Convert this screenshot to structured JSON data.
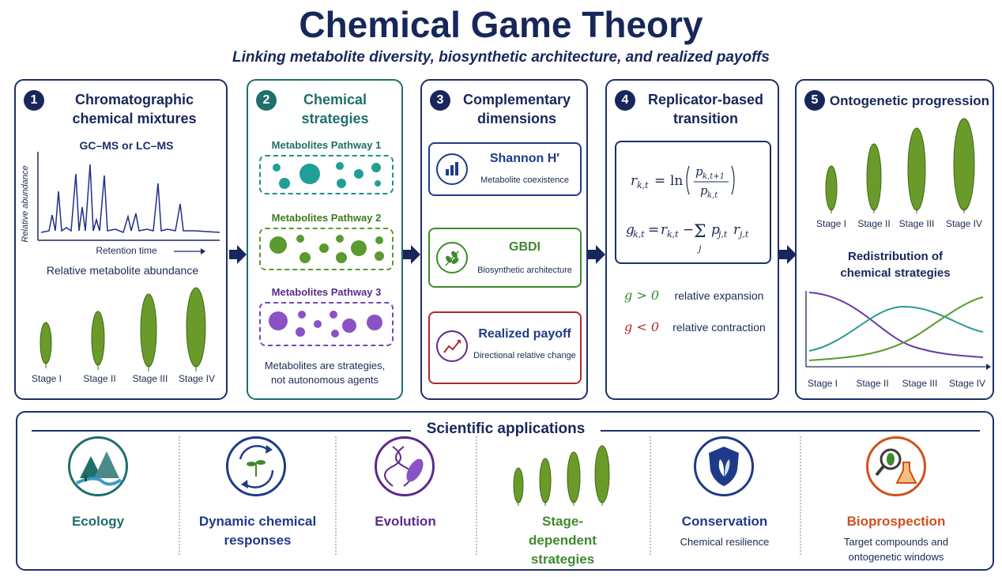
{
  "header": {
    "title": "Chemical Game Theory",
    "subtitle": "Linking metabolite diversity, biosynthetic architecture, and realized payoffs"
  },
  "panel1": {
    "number": "1",
    "title_line1": "Chromatographic",
    "title_line2": "chemical mixtures",
    "method": "GC–MS or LC–MS",
    "y_axis": "Relative abundance",
    "x_axis": "Retention time",
    "caption": "Relative metabolite abundance",
    "stages": [
      "Stage I",
      "Stage II",
      "Stage III",
      "Stage IV"
    ]
  },
  "panel2": {
    "number": "2",
    "title_line1": "Chemical",
    "title_line2": "strategies",
    "pathways": [
      {
        "label": "Metabolites Pathway 1",
        "color": "#1f8f8a"
      },
      {
        "label": "Metabolites Pathway 2",
        "color": "#5a9a2e"
      },
      {
        "label": "Metabolites Pathway 3",
        "color": "#7a44b8"
      }
    ],
    "caption_line1": "Metabolites are strategies,",
    "caption_line2": "not autonomous agents"
  },
  "panel3": {
    "number": "3",
    "title_line1": "Complementary",
    "title_line2": "dimensions",
    "dims": [
      {
        "title": "Shannon H′",
        "sub": "Metabolite coexistence",
        "color": "#1f3a8a",
        "icon": "bar-chart-icon"
      },
      {
        "title": "GBDI",
        "sub": "Biosynthetic architecture",
        "color": "#3e8a2e",
        "icon": "leaf-branch-icon"
      },
      {
        "title": "Realized payoff",
        "sub": "Directional relative change",
        "color": "#b3262e",
        "icon": "trend-arrow-icon"
      }
    ]
  },
  "panel4": {
    "number": "4",
    "title_line1": "Replicator-based",
    "title_line2": "transition",
    "pos_label": "g > 0",
    "pos_text": "relative expansion",
    "neg_label": "g < 0",
    "neg_text": "relative contraction",
    "pos_color": "#2e8a2e",
    "neg_color": "#b3262e"
  },
  "panel5": {
    "number": "5",
    "title": "Ontogenetic progression",
    "stages": [
      "Stage I",
      "Stage II",
      "Stage III",
      "Stage IV"
    ],
    "chart_title_line1": "Redistribution of",
    "chart_title_line2": "chemical strategies",
    "chart_stages": [
      "Stage I",
      "Stage II",
      "Stage III",
      "Stage IV"
    ]
  },
  "applications": {
    "title": "Scientific applications",
    "items": [
      {
        "label": "Ecology",
        "sub": "",
        "color": "#1f6f6a",
        "icon": "landscape-icon"
      },
      {
        "label": "Dynamic chemical responses",
        "sub": "",
        "color": "#1f3a8a",
        "icon": "cycle-plant-icon"
      },
      {
        "label": "Evolution",
        "sub": "",
        "color": "#5b2a8a",
        "icon": "dna-leaf-icon"
      },
      {
        "label": "Stage-dependent strategies",
        "sub": "",
        "color": "#3e8a2e",
        "icon": "inflorescence-stages-icon"
      },
      {
        "label": "Conservation",
        "sub": "Chemical resilience",
        "color": "#1f3a8a",
        "icon": "shield-leaf-icon"
      },
      {
        "label": "Bioprospection",
        "sub": "Target compounds and ontogenetic windows",
        "color": "#d0501e",
        "icon": "magnifier-flask-icon"
      }
    ]
  }
}
